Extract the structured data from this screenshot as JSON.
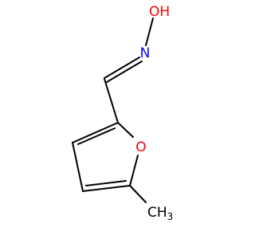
{
  "molecule": {
    "atoms": {
      "hydroxyl": "OH",
      "nitrogen": "N",
      "ring_oxygen": "O",
      "methyl": "CH3"
    },
    "colors": {
      "oxygen": "#ff0000",
      "nitrogen": "#0000ff",
      "carbon": "#000000",
      "bond": "#000000"
    }
  }
}
